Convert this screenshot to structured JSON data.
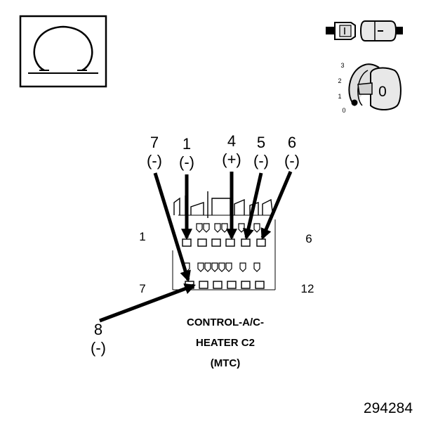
{
  "figure_number": "294284",
  "caption_lines": [
    "CONTROL-A/C-",
    "HEATER C2",
    "(MTC)"
  ],
  "row_labels": {
    "top_left": "1",
    "top_right": "6",
    "bottom_left": "7",
    "bottom_right": "12"
  },
  "pins": [
    {
      "num": "7",
      "sign": "(-)"
    },
    {
      "num": "1",
      "sign": "(-)"
    },
    {
      "num": "4",
      "sign": "(+)"
    },
    {
      "num": "5",
      "sign": "(-)"
    },
    {
      "num": "6",
      "sign": "(-)"
    },
    {
      "num": "8",
      "sign": "(-)"
    }
  ],
  "ignition": {
    "key_position_label": "0",
    "positions": [
      "3",
      "2",
      "1",
      "0"
    ]
  },
  "icons": {
    "meter": "ohm-symbol-icon",
    "connector": "disconnected-connector-icon",
    "ignition": "ignition-key-off-icon"
  }
}
